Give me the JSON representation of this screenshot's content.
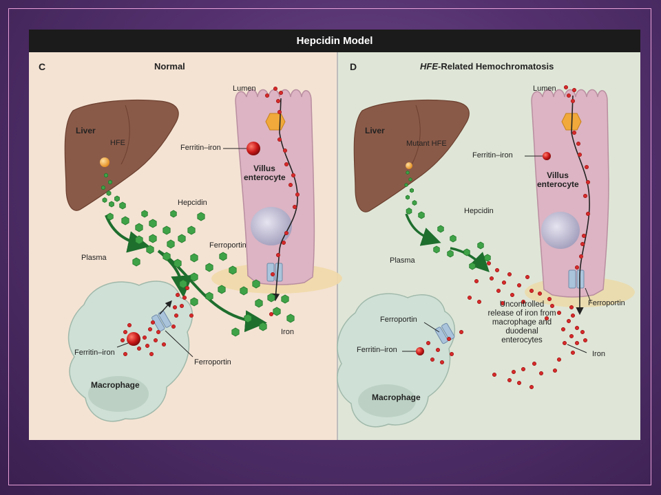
{
  "title": "Hepcidin Model",
  "panels": {
    "left": {
      "letter": "C",
      "heading": "Normal",
      "labels": {
        "liver": "Liver",
        "hfe": "HFE",
        "lumen": "Lumen",
        "ferritin_iron_top": "Ferritin–iron",
        "villus": "Villus enterocyte",
        "hepcidin": "Hepcidin",
        "plasma": "Plasma",
        "ferroportin_top": "Ferroportin",
        "iron": "Iron",
        "ferritin_iron_macro": "Ferritin–iron",
        "ferroportin_macro": "Ferroportin",
        "macrophage": "Macrophage"
      }
    },
    "right": {
      "letter": "D",
      "heading_italic": "HFE",
      "heading_rest": "-Related Hemochromatosis",
      "labels": {
        "liver": "Liver",
        "mutant_hfe": "Mutant HFE",
        "lumen": "Lumen",
        "ferritin_iron_top": "Ferritin–iron",
        "villus": "Villus enterocyte",
        "hepcidin": "Hepcidin",
        "plasma": "Plasma",
        "uncontrolled": "Uncontrolled release of iron from macrophage and duodenal enterocytes",
        "ferroportin_right": "Ferroportin",
        "iron": "Iron",
        "ferroportin_macro": "Ferroportin",
        "ferritin_iron_macro": "Ferritin–iron",
        "macrophage": "Macrophage"
      }
    }
  },
  "colors": {
    "frame_border": "#e8a0d8",
    "title_bar": "#1b1b1b",
    "left_bg": "#f4e3d3",
    "right_bg": "#dfe6d7",
    "liver": "#8a5a48",
    "enterocyte": "#dcb4c3",
    "macrophage": "#cfe0d6",
    "hepcidin": "#3fa247",
    "iron": "#d42a2a",
    "arrow_green": "#1e6e2e",
    "ferroportin": "#aac4dc"
  }
}
